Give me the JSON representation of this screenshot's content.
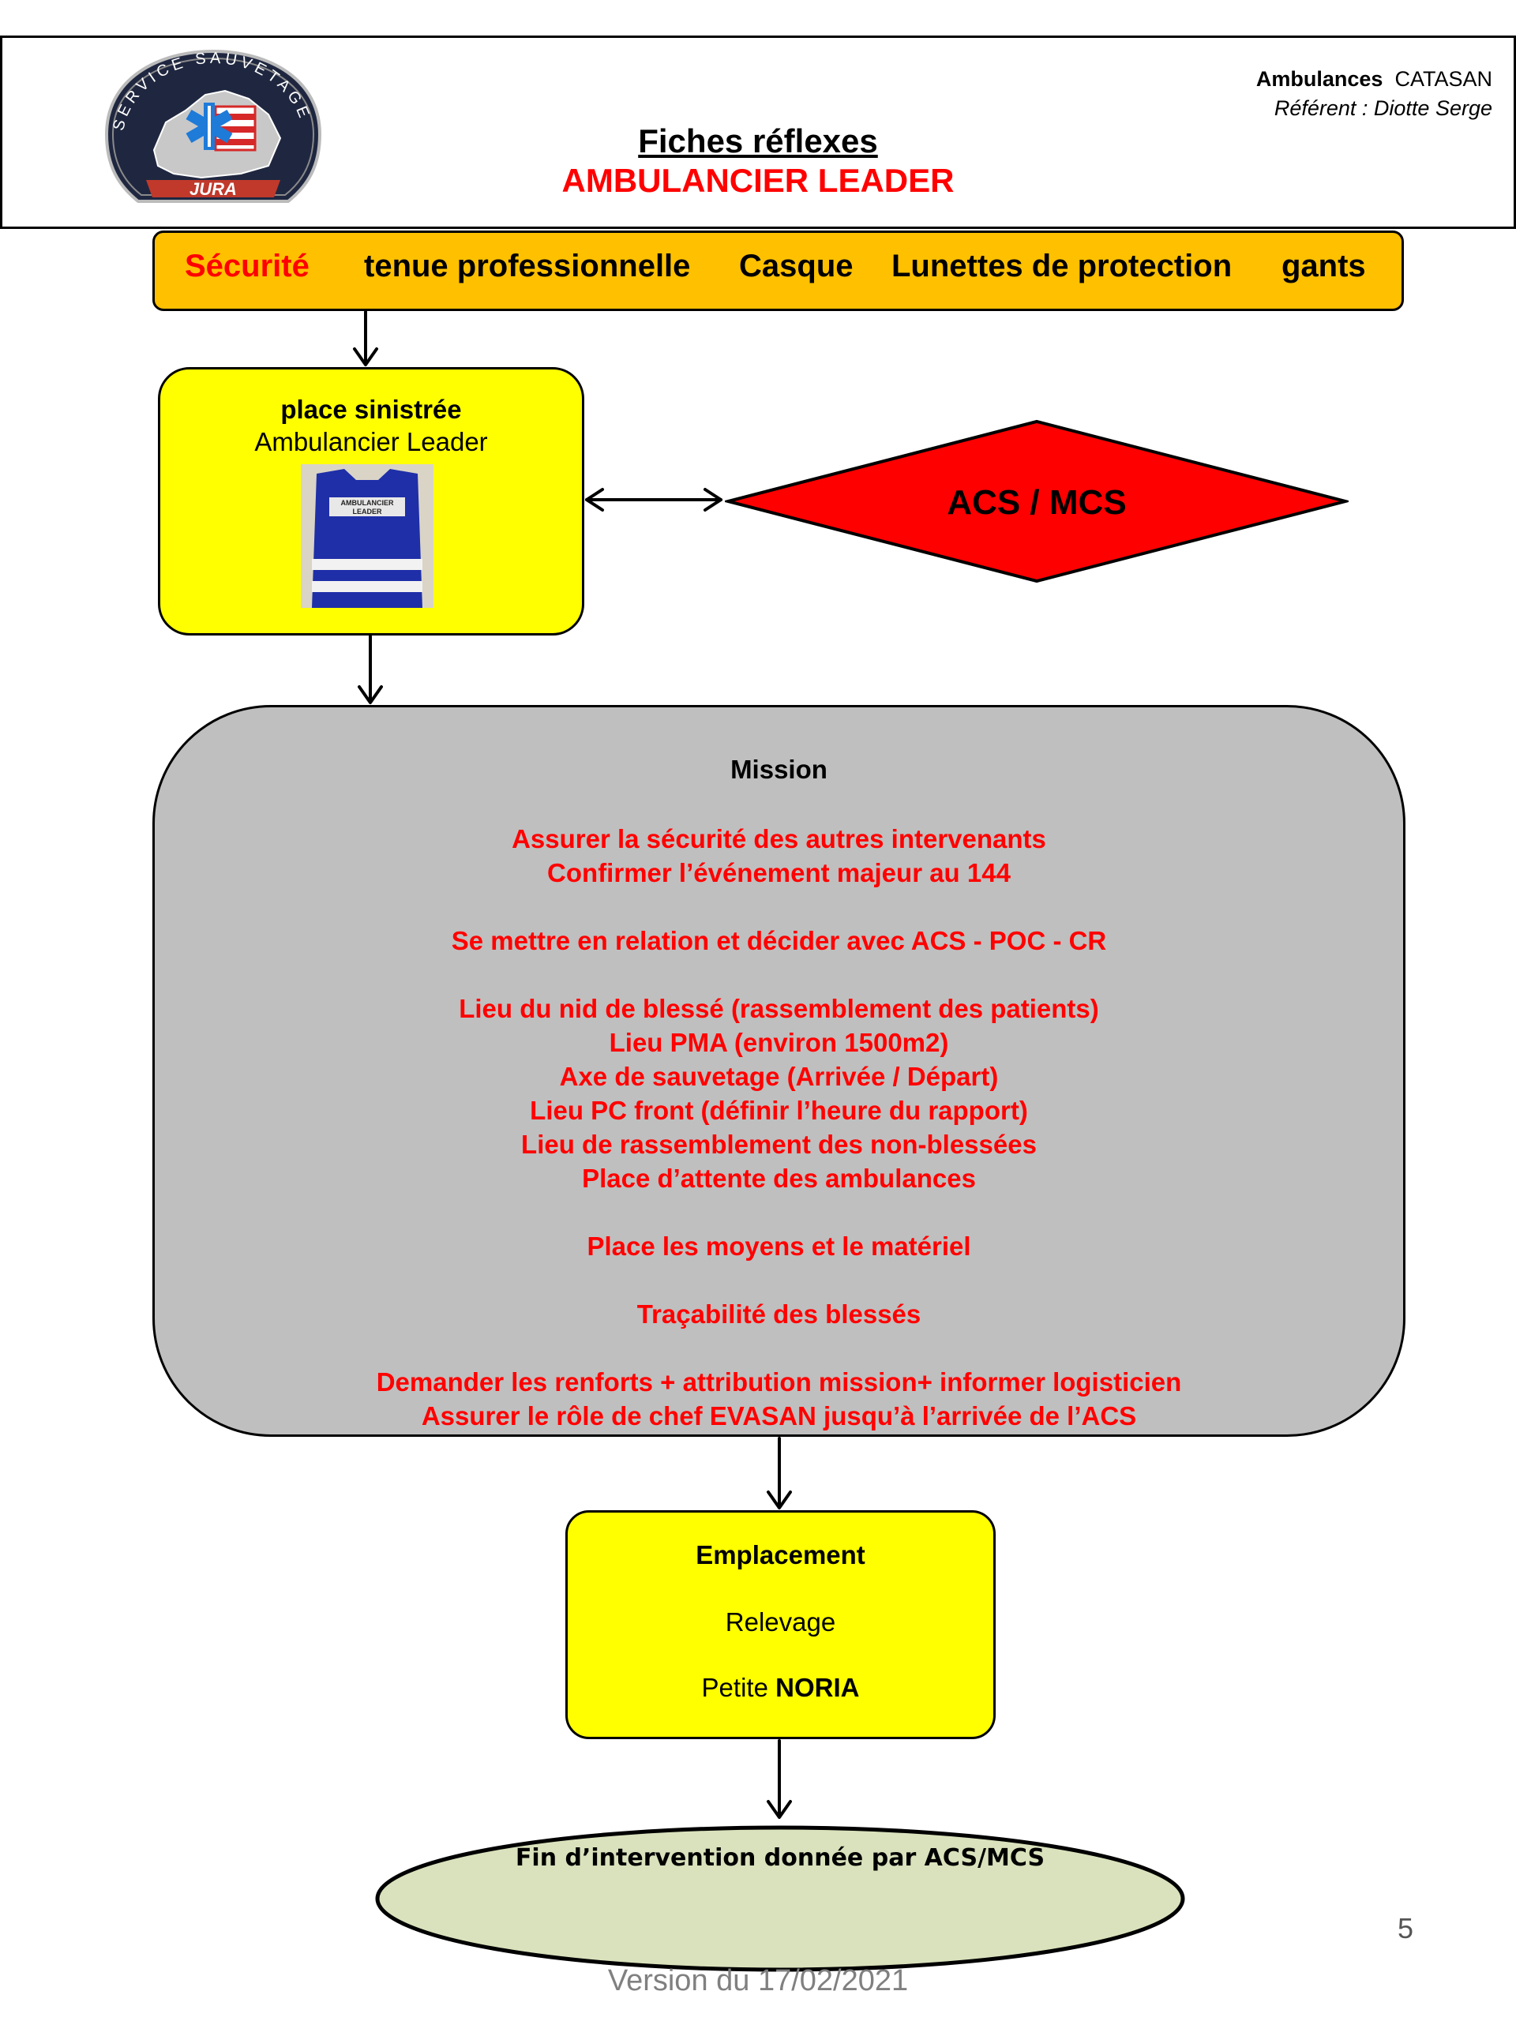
{
  "header": {
    "org_bold": "Ambulances",
    "org_name": "CATASAN",
    "referent": "Référent : Diotte Serge",
    "title": "Fiches réflexes",
    "subtitle": "AMBULANCIER LEADER",
    "logo": {
      "top_text": "SERVICE SAUVETAGE",
      "bottom_text": "JURA"
    }
  },
  "safety": {
    "label": "Sécurité",
    "items": [
      "tenue professionnelle",
      "Casque",
      "Lunettes de protection",
      "gants"
    ]
  },
  "place": {
    "title": "place sinistrée",
    "subtitle": "Ambulancier Leader",
    "vest_text_line1": "AMBULANCIER",
    "vest_text_line2": "LEADER"
  },
  "coordination": {
    "label": "ACS / MCS"
  },
  "mission": {
    "title": "Mission",
    "lines": [
      "Assurer la sécurité des autres intervenants",
      "Confirmer l’événement majeur au 144",
      "",
      "Se mettre en relation et décider avec  ACS - POC -  CR",
      "",
      "Lieu du nid de blessé (rassemblement des patients)",
      "Lieu PMA (environ 1500m2)",
      "Axe de sauvetage (Arrivée / Départ)",
      "Lieu PC front (définir l’heure du rapport)",
      "Lieu de rassemblement des non-blessées",
      "Place d’attente des ambulances",
      "",
      "Place les moyens et le matériel",
      "",
      "Traçabilité des  blessés",
      "",
      "Demander les renforts + attribution mission+ informer logisticien",
      "Assurer  le rôle de chef  EVASAN jusqu’à l’arrivée de l’ACS"
    ]
  },
  "emplacement": {
    "title": "Emplacement",
    "item1": "Relevage",
    "item2_prefix": "Petite ",
    "item2_bold": "NORIA"
  },
  "end": {
    "label": "Fin d’intervention donnée par ACS/MCS"
  },
  "footer": {
    "page_number": "5",
    "version": "Version du 17/02/2021"
  },
  "colors": {
    "safety_bg": "#ffc000",
    "box_yellow": "#ffff00",
    "diamond_red": "#ff0000",
    "mission_grey": "#bfbfbf",
    "ellipse_green": "#d9e2bc",
    "text_red": "#ff0000"
  }
}
